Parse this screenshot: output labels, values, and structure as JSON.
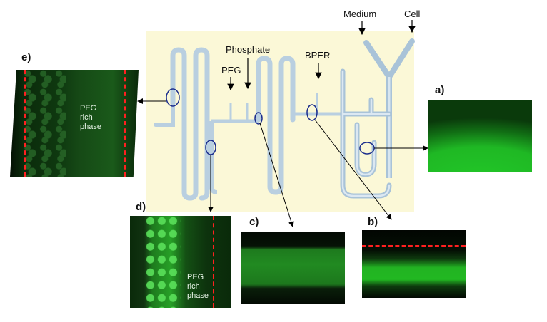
{
  "inlets": {
    "medium": "Medium",
    "cell": "Cell",
    "phosphate": "Phosphate",
    "peg": "PEG",
    "bper": "BPER"
  },
  "panels": {
    "a": "a)",
    "b": "b)",
    "c": "c)",
    "d": "d)",
    "e": "e)"
  },
  "phase_label": {
    "e": [
      "PEG",
      "rich",
      "phase"
    ],
    "d": [
      "PEG",
      "rich",
      "phase"
    ]
  },
  "colors": {
    "chip_bg": "#fbf8d7",
    "channel": "#b9cfe0",
    "fluor_green": "#22c828",
    "boundary": "#ff2020",
    "marker": "#1a2c8c"
  }
}
